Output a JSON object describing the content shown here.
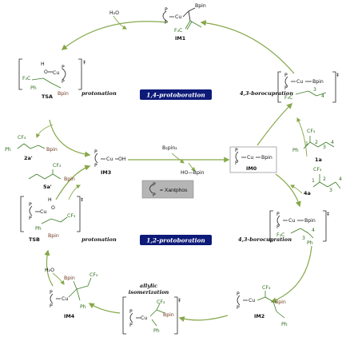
{
  "im1": {
    "label": "IM1",
    "bpin": "Bpin",
    "cu": "Cu",
    "p": "P",
    "cf3": "F₃C"
  },
  "water_top": "H₂O",
  "tsa": {
    "label": "TSA",
    "h": "H",
    "o": "O",
    "cu": "Cu",
    "p": "P",
    "bpin": "Bpin",
    "cf3": "F₃C",
    "ph": "Ph",
    "dagger": "‡",
    "step": "protonation"
  },
  "im0": {
    "label": "IM0",
    "cu": "Cu",
    "p": "P",
    "bpin": "Bpin"
  },
  "im3": {
    "label": "IM3",
    "cu": "Cu",
    "oh": "OH",
    "p": "P"
  },
  "reagent": {
    "b2pin2": "B₂pin₂",
    "hobpin": "HO—Bpin"
  },
  "legend": {
    "text": "= Xantphos",
    "p": "P"
  },
  "banner_top": "1,4-protoboration",
  "banner_bottom": "1,2-protoboration",
  "product_2a": {
    "label": "2a'",
    "cf3": "CF₃",
    "ph": "Ph",
    "bpin": "Bpin"
  },
  "product_5a": {
    "label": "5a'",
    "cf3": "CF₃",
    "bpin": "Bpin"
  },
  "substrate_1a": {
    "label": "1a",
    "cf3": "CF₃",
    "ph": "Ph",
    "n1": "1",
    "n2": "2",
    "n3": "3",
    "n4": "4"
  },
  "substrate_4a": {
    "label": "4a",
    "cf3": "CF₃",
    "n1": "1",
    "n2": "2",
    "n3": "3",
    "n4": "4"
  },
  "ts_43_top": {
    "step": "4,3-borocupration",
    "cu": "Cu",
    "bpin": "Bpin",
    "p": "P",
    "cf3": "F₃C",
    "n3": "3",
    "n4": "4",
    "dagger": "‡"
  },
  "ts_43_bottom": {
    "step": "4,3-borocupration",
    "cu": "Cu",
    "bpin": "Bpin",
    "p": "P",
    "cf3": "F₃C",
    "ph": "Ph",
    "n3": "3",
    "n4": "4",
    "dagger": "‡"
  },
  "tsb": {
    "label": "TSB",
    "h": "H",
    "o": "O",
    "cu": "Cu",
    "p": "P",
    "cf3": "CF₃",
    "ph": "Ph",
    "bpin": "Bpin",
    "dagger": "‡",
    "step": "protonation"
  },
  "water_bottom": "H₂O",
  "im4": {
    "label": "IM4",
    "cu": "Cu",
    "p": "P",
    "bpin": "Bpin",
    "cf3": "CF₃",
    "ph": "Ph"
  },
  "ts_allyl": {
    "step_line1": "allylic",
    "step_line2": "isomerization",
    "cu": "Cu",
    "p": "P",
    "cf3": "CF₃",
    "bpin": "Bpin",
    "ph": "Ph",
    "dagger": "‡"
  },
  "im2": {
    "label": "IM2",
    "cu": "Cu",
    "p": "P",
    "cf3": "CF₃",
    "bpin": "Bpin",
    "ph": "Ph"
  },
  "colors": {
    "arrow": "#86a84a",
    "banner": "#0d1a78",
    "legend_box": "#b5b5b5",
    "green_bond": "#3a7d22"
  }
}
